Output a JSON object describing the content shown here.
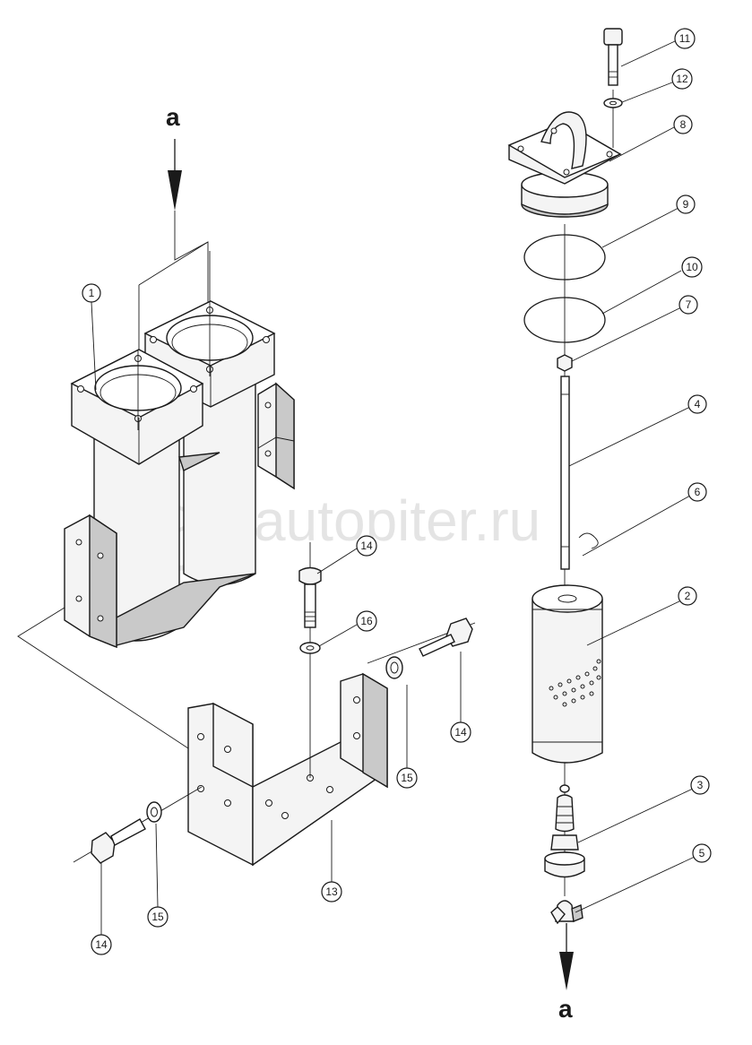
{
  "flow_marker": {
    "inlet_label": "a",
    "outlet_label": "a"
  },
  "watermark": {
    "text": "autopiter.ru"
  },
  "callouts": [
    {
      "id": "c1",
      "label": "1"
    },
    {
      "id": "c2",
      "label": "2"
    },
    {
      "id": "c3",
      "label": "3"
    },
    {
      "id": "c4",
      "label": "4"
    },
    {
      "id": "c5",
      "label": "5"
    },
    {
      "id": "c6",
      "label": "6"
    },
    {
      "id": "c7",
      "label": "7"
    },
    {
      "id": "c8",
      "label": "8"
    },
    {
      "id": "c9",
      "label": "9"
    },
    {
      "id": "c10",
      "label": "10"
    },
    {
      "id": "c11",
      "label": "11"
    },
    {
      "id": "c12",
      "label": "12"
    },
    {
      "id": "c13",
      "label": "13"
    },
    {
      "id": "c14a",
      "label": "14"
    },
    {
      "id": "c14b",
      "label": "14"
    },
    {
      "id": "c14c",
      "label": "14"
    },
    {
      "id": "c15a",
      "label": "15"
    },
    {
      "id": "c15b",
      "label": "15"
    },
    {
      "id": "c16",
      "label": "16"
    }
  ]
}
